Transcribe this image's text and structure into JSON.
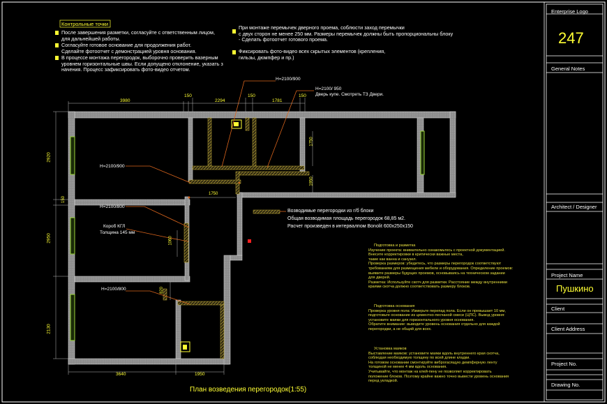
{
  "title_block": {
    "enterprise_logo_label": "Enterprise Logo",
    "sheet_number": "247",
    "general_notes_label": "General Notes",
    "architect_label": "Architect / Designer",
    "project_name_label": "Project Name",
    "project_name_value": "Пушкино",
    "client_label": "Client",
    "client_address_label": "Client Address",
    "project_no_label": "Project No.",
    "drawing_no_label": "Drawing No."
  },
  "checkpoints": {
    "heading": "Контрольные точки",
    "left": [
      [
        "После завершения разметки, согласуйте с ответственным лицом,",
        "для дальнейшей работы."
      ],
      [
        "Согласуйте готовое основание для продолжения работ.",
        "Сделайте фотоотчет с демонстрацией уровня основания."
      ],
      [
        "В процессе монтажа перегородок, выборочно проверить вазерным",
        "уровнем горизонтальные швы.  Если допущено отклонение, указать з",
        "начения. Процесс зафиксировать фото-видео отчетом."
      ]
    ],
    "right": [
      [
        "При монтаже перемычек дверного проема, соблюсти заход перемычки",
        "с двух сторон не менее 250 мм. Размеры перемычек должны быть пропорциональны блоку",
        "- Сделать фотоотчет готового проема."
      ],
      [
        "Фиксировать фото-видео всех скрытых элементов (крепления,",
        "гильзы, дюмпфер и пр.)"
      ]
    ]
  },
  "dimensions": {
    "top": [
      "3980",
      "150",
      "2294",
      "150",
      "1781",
      "150"
    ],
    "left": [
      "2920",
      "150",
      "2950",
      "2130"
    ],
    "bottom": [
      "3640",
      "1950"
    ],
    "interior": [
      "1750",
      "1950",
      "1060",
      "1750",
      "820"
    ]
  },
  "annotations": {
    "door1": "Н=2100/900",
    "door2a": "Н=2100/ 950",
    "door2b": "Дверь купе. Смотреть ТЗ Двери.",
    "door3": "Н=2100/900",
    "door4": "Н=2100/800",
    "door5": "Н=2100/800",
    "box1": "Короб КГЛ",
    "box2": "Толщина 145 мм"
  },
  "legend": {
    "line1": "Возводимые перегородки из г/б блоки",
    "line2": "Общая возводимая площадь перегородок 68,85 м2.",
    "line3": "Расчет произведен в интервалпом Bonolit  600x250x150"
  },
  "plan_title": "План возведения перегородок(1:55)",
  "general_notes": {
    "sections": [
      {
        "heading": "Подготовка и разметка",
        "lines": [
          "Изучение проекта: внимательно ознакомьтесь с проектной документацией.",
          "Внесите корректировки в критически важные места,",
          "такие как ванна и санузел.",
          "Проверка размеров: убедитесь, что размеры перегородок соответствуют",
          "требованиям для размещения мебели и оборудования. Определение проемов:",
          "выявите размеры будущих проемов, основываясь на техническом задании",
          "для дверей.",
          "Разметка: Используйте скотч для разметки. Расстояние между внутренними",
          "краями скотча должно соответствовать размеру блоков."
        ]
      },
      {
        "heading": "Подготовка основания",
        "lines": [
          "Проверка уровня пола: Измерьте перепад пола. Если он превышает 10 мм,",
          "подготовьте основание из цементно-песчаной смеси (ЦПС). Вывод уровня:",
          "установите маяки для горизонтального уровня основания.",
          "Обратите внимание: выводите уровень основания отдельно для каждой",
          "перегородки, а не общий для всех."
        ]
      },
      {
        "heading": "Установка маяков",
        "lines": [
          "Выставление маяков: установите маяки вдоль внутреннего края скотча,",
          "соблюдая необходимую толщину по всей длине кладки.",
          "На готовом основании смонтируйте виброгасящую демпферную ленту",
          "толщиной не менее 4 мм вдоль основания.",
          "Учитывайте, что монтаж на клей-пену не позволяет корректировать",
          "положение блоков. Поэтому крайне важно точно вывести уровень основания",
          "перед укладкой."
        ]
      }
    ]
  },
  "colors": {
    "background": "#000000",
    "wall_fill": "#909090",
    "new_wall": "#c8b23a",
    "accent_yellow": "#ffff33",
    "leader_orange": "#d9641c",
    "note_yellow": "#e8e040",
    "window_green": "#9cd63a",
    "frame_white": "#ffffff"
  }
}
